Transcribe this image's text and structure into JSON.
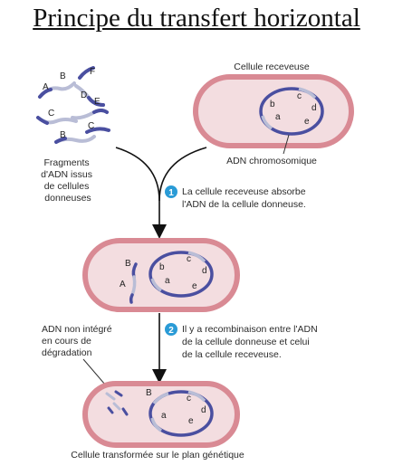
{
  "title": "Principe du transfert horizontal",
  "labels": {
    "receiving_cell": "Cellule receveuse",
    "fragments": [
      "Fragments",
      "d'ADN issus",
      "de cellules",
      "donneuses"
    ],
    "chromosomal_dna": "ADN chromosomique",
    "non_integrated": [
      "ADN non intégré",
      "en cours de",
      "dégradation"
    ],
    "transformed_cell": "Cellule transformée sur le plan génétique"
  },
  "steps": [
    {
      "number": "1",
      "lines": [
        "La cellule receveuse absorbe",
        "l'ADN de la cellule donneuse."
      ]
    },
    {
      "number": "2",
      "lines": [
        "Il y a recombinaison entre l'ADN",
        "de la cellule donneuse et celui",
        "de la cellule receveuse."
      ]
    }
  ],
  "genes": {
    "fragments": [
      "A",
      "B",
      "F",
      "D",
      "E",
      "C",
      "B",
      "C"
    ],
    "cell1": [
      "b",
      "c",
      "d",
      "a",
      "e"
    ],
    "cell2": [
      "B",
      "A",
      "b",
      "c",
      "d",
      "a",
      "e"
    ],
    "cell3": [
      "B",
      "c",
      "d",
      "a",
      "e"
    ]
  },
  "colors": {
    "dna_dark": "#4a4fa0",
    "dna_light": "#b9bdd6",
    "membrane": "#d98a94",
    "cytoplasm": "#f3dde0",
    "step_badge": "#2a9bd6",
    "arrow": "#111111"
  }
}
